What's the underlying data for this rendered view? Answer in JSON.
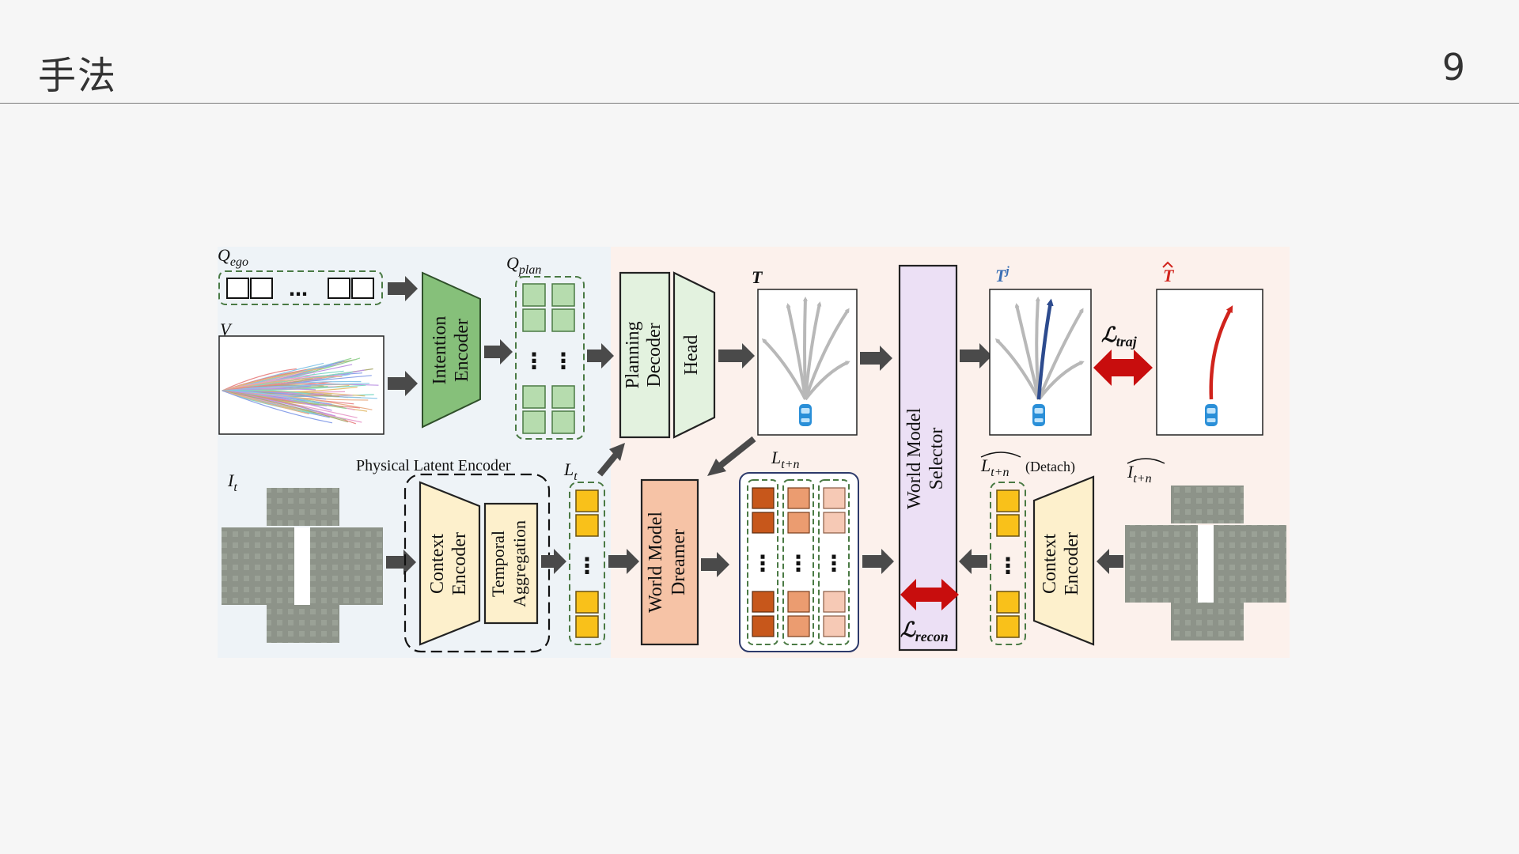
{
  "slide": {
    "title": "手法",
    "page_number": "9"
  },
  "diagram": {
    "labels": {
      "q_ego": "Q",
      "q_ego_sub": "ego",
      "v": "V",
      "q_plan": "Q",
      "q_plan_sub": "plan",
      "i_t": "I",
      "i_t_sub": "t",
      "l_t": "L",
      "l_t_sub": "t",
      "l_tn": "L",
      "l_tn_sub": "t+n",
      "l_tn_hat": "L",
      "l_tn_hat_sub": "t+n",
      "detach": "(Detach)",
      "i_tn_hat": "I",
      "i_tn_hat_sub": "t+n",
      "t": "T",
      "t_j": "T",
      "t_j_sup": "j",
      "t_hat": "T",
      "l_traj": "ℒ",
      "l_traj_sub": "traj",
      "l_recon": "ℒ",
      "l_recon_sub": "recon",
      "ellipsis": "…",
      "vdots": "⋮"
    },
    "modules": {
      "intention_encoder": [
        "Intention",
        "Encoder"
      ],
      "planning_decoder": [
        "Planning",
        "Decoder"
      ],
      "head": "Head",
      "world_model_selector": [
        "World Model",
        "Selector"
      ],
      "physical_latent_encoder": "Physical Latent Encoder",
      "context_encoder": [
        "Context",
        "Encoder"
      ],
      "temporal_aggregation": [
        "Temporal",
        "Aggregation"
      ],
      "world_model_dreamer": [
        "World Model",
        "Dreamer"
      ],
      "context_encoder_2": [
        "Context",
        "Encoder"
      ]
    },
    "colors": {
      "green_token": "#b6dcae",
      "green_token_border": "#4a7a44",
      "intention_encoder": "#86c07a",
      "planning": "#e3f2df",
      "selector": "#ece0f5",
      "context": "#fdf0cc",
      "dreamer": "#f6c3a6",
      "yellow_token": "#f9c11a",
      "latent_dark": "#c7571b",
      "latent_mid": "#eb9c70",
      "latent_light": "#f6c9b5",
      "traj_selected": "#2d4b8e",
      "traj_final": "#d0231c",
      "loss_arrow": "#c80d0d",
      "arrow": "#4a4a4a"
    }
  }
}
